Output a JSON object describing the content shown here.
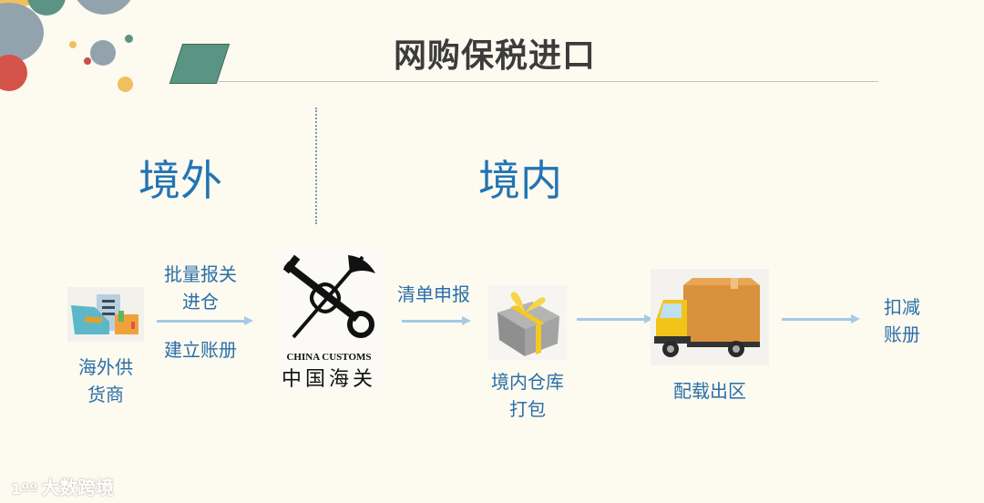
{
  "slide": {
    "title": "网购保税进口",
    "regions": {
      "overseas": "境外",
      "domestic": "境内"
    },
    "nodes": [
      {
        "id": "supplier",
        "label_line1": "海外供",
        "label_line2": "货商",
        "icon": "factory-building-icon"
      },
      {
        "id": "customs",
        "logo_text_en": "CHINA CUSTOMS",
        "logo_text_cn": "中国海关",
        "icon": "china-customs-emblem-icon"
      },
      {
        "id": "warehouse",
        "label_line1": "境内仓库",
        "label_line2": "打包",
        "icon": "gift-box-icon"
      },
      {
        "id": "dispatch",
        "label_line1": "配载出区",
        "icon": "delivery-truck-icon"
      },
      {
        "id": "ledger",
        "label_line1": "扣减",
        "label_line2": "账册"
      }
    ],
    "edges": [
      {
        "from": "supplier",
        "to": "customs",
        "label_above_line1": "批量报关",
        "label_above_line2": "进仓",
        "label_below": "建立账册"
      },
      {
        "from": "customs",
        "to": "warehouse",
        "label_above": "清单申报"
      },
      {
        "from": "warehouse",
        "to": "dispatch"
      },
      {
        "from": "dispatch",
        "to": "ledger"
      }
    ],
    "colors": {
      "accent_blue": "#2274b5",
      "arrow": "#a6c9e6",
      "title": "#3c3c3c",
      "teal": "#5b9483",
      "background": "#fdfaf0"
    }
  },
  "watermark": {
    "text": "大数跨境",
    "logo": "100-logo-icon"
  }
}
